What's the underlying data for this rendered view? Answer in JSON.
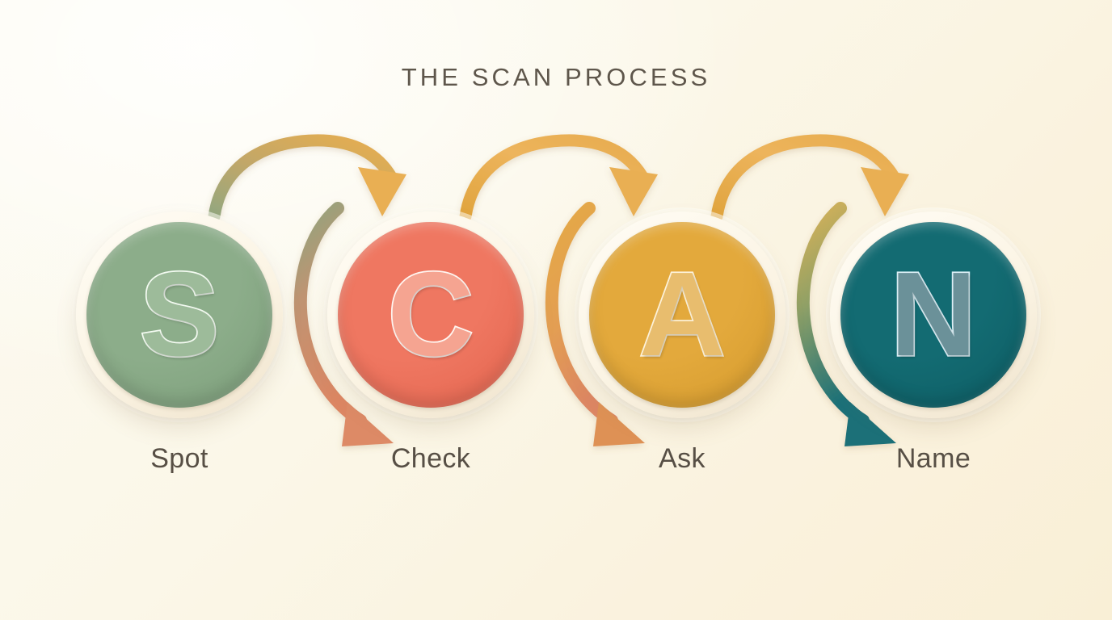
{
  "title": "THE SCAN PROCESS",
  "palette": {
    "background_light": "#FCFAF1",
    "background_warm": "#F9EFD6",
    "ring_cream": "#FBF4E4",
    "title_text": "#5E564B",
    "label_text": "#574F45",
    "arrow_amber": "#E3A94A",
    "arrow_sage": "#8FA57E",
    "arrow_coral": "#DB8463",
    "arrow_teal": "#1B7078"
  },
  "steps": [
    {
      "letter": "S",
      "label": "Spot",
      "circle_color": "#8CAD8A",
      "circle_color_dark": "#7C9D7A",
      "letter_fill": "#9DBB9A",
      "letter_outline": "#F4FBF2"
    },
    {
      "letter": "C",
      "label": "Check",
      "circle_color": "#EF7761",
      "circle_color_dark": "#E2644E",
      "letter_fill": "#F5A491",
      "letter_outline": "#FFF6F1"
    },
    {
      "letter": "A",
      "label": "Ask",
      "circle_color": "#E3A93C",
      "circle_color_dark": "#D49A2D",
      "letter_fill": "#E8BD6E",
      "letter_outline": "#FDF2DA"
    },
    {
      "letter": "N",
      "label": "Name",
      "circle_color": "#136B72",
      "circle_color_dark": "#0D5C63",
      "letter_fill": "#6B9199",
      "letter_outline": "#DCEFF6"
    }
  ],
  "flow": {
    "top_arrows": [
      {
        "from": "Spot",
        "to": "Check",
        "start_color": "#8FA57E",
        "end_color": "#E3A94A"
      },
      {
        "from": "Check",
        "to": "Ask",
        "start_color": "#E3A94A",
        "end_color": "#E3A94A"
      },
      {
        "from": "Ask",
        "to": "Name",
        "start_color": "#E3A94A",
        "end_color": "#E3A94A"
      }
    ],
    "bottom_arrows": [
      {
        "at": "Check",
        "start_color": "#8FA57E",
        "end_color": "#DB8463"
      },
      {
        "at": "Ask",
        "start_color": "#E3A94A",
        "end_color": "#DB8463"
      },
      {
        "at": "Name",
        "start_color": "#E3A94A",
        "end_color": "#E3A94A"
      },
      {
        "at": "Name",
        "start_color": "#D6AE55",
        "end_color": "#1B7078"
      }
    ]
  }
}
